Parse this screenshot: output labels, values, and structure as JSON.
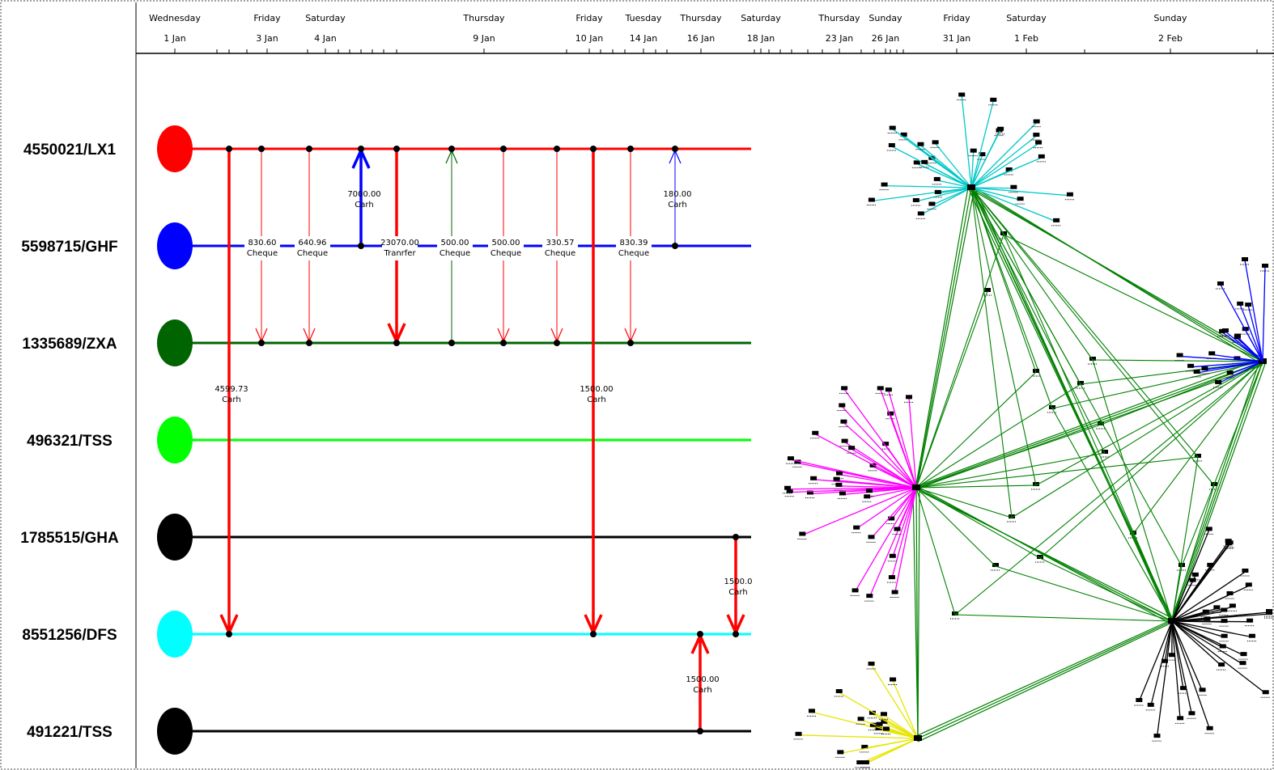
{
  "timeline": {
    "ticks": [
      {
        "day": "Wednesday",
        "date": "1 Jan"
      },
      {
        "day": "Friday",
        "date": "3 Jan"
      },
      {
        "day": "Saturday",
        "date": "4 Jan"
      },
      {
        "day": "Thursday",
        "date": "9 Jan"
      },
      {
        "day": "Friday",
        "date": "10 Jan"
      },
      {
        "day": "Tuesday",
        "date": "14 Jan"
      },
      {
        "day": "Thursday",
        "date": "16 Jan"
      },
      {
        "day": "Saturday",
        "date": "18 Jan"
      },
      {
        "day": "Thursday",
        "date": "23 Jan"
      },
      {
        "day": "Sunday",
        "date": "26 Jan"
      },
      {
        "day": "Friday",
        "date": "31 Jan"
      },
      {
        "day": "Saturday",
        "date": "1 Feb"
      },
      {
        "day": "Sunday",
        "date": "2 Feb"
      }
    ]
  },
  "accounts": [
    {
      "id": "4550021/LX1",
      "color": "#ff0000"
    },
    {
      "id": "5598715/GHF",
      "color": "#0000ff"
    },
    {
      "id": "1335689/ZXA",
      "color": "#006400"
    },
    {
      "id": "496321/TSS",
      "color": "#00ff00"
    },
    {
      "id": "1785515/GHA",
      "color": "#000000"
    },
    {
      "id": "8551256/DFS",
      "color": "#00ffff"
    },
    {
      "id": "491221/TSS",
      "color": "#000000"
    }
  ],
  "transactions": [
    {
      "from": 0,
      "to": 5,
      "amount": "4599.73",
      "type": "Carh",
      "color": "#ff0000",
      "thick": true
    },
    {
      "from": 0,
      "to": 2,
      "amount": "830.60",
      "type": "Cheque",
      "color": "#ff0000",
      "thick": false
    },
    {
      "from": 0,
      "to": 2,
      "amount": "640.96",
      "type": "Cheque",
      "color": "#ff0000",
      "thick": false
    },
    {
      "from": 1,
      "to": 0,
      "amount": "7000.00",
      "type": "Carh",
      "color": "#0000ff",
      "thick": true
    },
    {
      "from": 0,
      "to": 2,
      "amount": "23070.00",
      "type": "Tranrfer",
      "color": "#ff0000",
      "thick": true
    },
    {
      "from": 2,
      "to": 0,
      "amount": "500.00",
      "type": "Cheque",
      "color": "#006400",
      "thick": false
    },
    {
      "from": 0,
      "to": 2,
      "amount": "500.00",
      "type": "Cheque",
      "color": "#ff0000",
      "thick": false
    },
    {
      "from": 0,
      "to": 2,
      "amount": "330.57",
      "type": "Cheque",
      "color": "#ff0000",
      "thick": false
    },
    {
      "from": 0,
      "to": 5,
      "amount": "1500.00",
      "type": "Carh",
      "color": "#ff0000",
      "thick": true
    },
    {
      "from": 0,
      "to": 2,
      "amount": "830.39",
      "type": "Cheque",
      "color": "#ff0000",
      "thick": false
    },
    {
      "from": 1,
      "to": 0,
      "amount": "180.00",
      "type": "Carh",
      "color": "#0000ff",
      "thick": false
    },
    {
      "from": 6,
      "to": 5,
      "amount": "1500.00",
      "type": "Carh",
      "color": "#ff0000",
      "thick": true
    },
    {
      "from": 4,
      "to": 5,
      "amount": "1500.0",
      "type": "Carh",
      "color": "#ff0000",
      "thick": true
    }
  ],
  "network": {
    "clusters": [
      {
        "color": "#00e0e0",
        "links": "#00c8c8"
      },
      {
        "color": "#ff00ff",
        "links": "#ff00ff"
      },
      {
        "color": "#0000ff",
        "links": "#0000ff"
      },
      {
        "color": "#000000",
        "links": "#000000"
      },
      {
        "color": "#ffff00",
        "links": "#e6e600"
      }
    ],
    "link_color": "#008000"
  }
}
